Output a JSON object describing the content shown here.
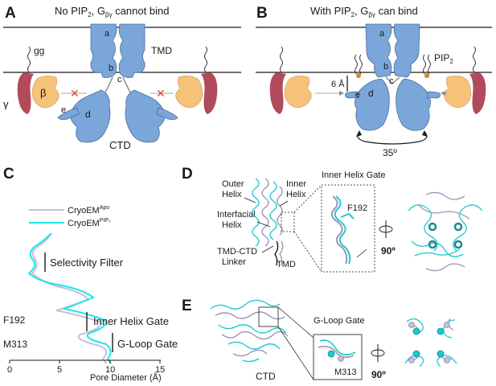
{
  "panels": {
    "A": {
      "letter": "A",
      "title_pre": "No PIP",
      "title_sub": "2",
      "title_mid": ", G",
      "title_sub2": "βγ",
      "title_post": " cannot bind",
      "label_a": "a",
      "label_b": "b",
      "label_c": "c",
      "label_d": "d",
      "label_e": "e",
      "label_gg": "gg",
      "label_beta": "β",
      "label_gamma": "γ",
      "label_tmd": "TMD",
      "label_ctd": "CTD",
      "block_mark": "✕"
    },
    "B": {
      "letter": "B",
      "title_pre": "With PIP",
      "title_sub": "2",
      "title_mid": ", G",
      "title_sub2": "βγ",
      "title_post": " can bind",
      "label_a": "a",
      "label_b": "b",
      "label_c": "c",
      "label_d": "d",
      "label_e": "e",
      "label_pip": "PIP",
      "label_pip_sub": "2",
      "label_shift": "6 Å",
      "label_rotation": "35º"
    },
    "C": {
      "letter": "C",
      "legend": [
        {
          "name": "CryoEM",
          "sup": "Apo",
          "color": "#c4c0dc"
        },
        {
          "name": "CryoEM",
          "sup": "PIP₂",
          "color": "#1ee6e6"
        }
      ],
      "region_labels": [
        "Selectivity Filter",
        "Inner Helix Gate",
        "G-Loop Gate"
      ],
      "residue_labels": [
        "F192",
        "M313"
      ],
      "xlabel": "Pore Diameter (Å)",
      "xticks": [
        "0",
        "5",
        "10",
        "15"
      ]
    },
    "D": {
      "letter": "D",
      "labels": {
        "outer_helix": "Outer\nHelix",
        "inner_helix": "Inner\nHelix",
        "interfacial_helix": "Interfacial\nHelix",
        "linker": "TMD-CTD\nLinker",
        "tmd": "TMD",
        "gate_title": "Inner Helix Gate",
        "residue": "F192",
        "rotation": "90º"
      }
    },
    "E": {
      "letter": "E",
      "labels": {
        "ctd": "CTD",
        "gate_title": "G-Loop Gate",
        "residue": "M313",
        "rotation": "90º"
      }
    }
  },
  "colors": {
    "domain_blue": "#7aa6d9",
    "beta_orange": "#f6c27a",
    "gamma_red": "#b14b5b",
    "cross_red": "#e0463a",
    "apo_lavender": "#c4c0dc",
    "pip_cyan": "#1ee6e6",
    "membrane": "#1a1a1a"
  }
}
